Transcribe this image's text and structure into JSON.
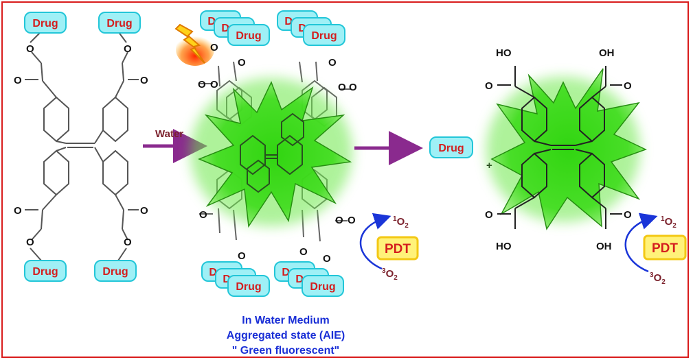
{
  "drug_label": "Drug",
  "arrow_label": "Water",
  "plus_sign": "+",
  "pdt_label": "PDT",
  "singlet_oxygen": {
    "sup": "1",
    "text": "O",
    "sub": "2"
  },
  "triplet_oxygen": {
    "sup": "3",
    "text": "O",
    "sub": "2"
  },
  "atom_labels": {
    "oxygen": "O",
    "hydroxyl": "HO",
    "hydroxyl_right": "OH"
  },
  "caption": {
    "line1": "In Water Medium",
    "line2": "Aggregated state (AIE)",
    "line3": "\" Green fluorescent\""
  },
  "colors": {
    "frame": "#d91c1c",
    "drug_fill": "#9ff0f6",
    "drug_text": "#d41e1e",
    "arrow": "#8a2a8e",
    "glow": "#39d61a",
    "pdt_fill": "#fff27a",
    "caption": "#1a2fd6",
    "cycle_arrow": "#1a35d8"
  }
}
